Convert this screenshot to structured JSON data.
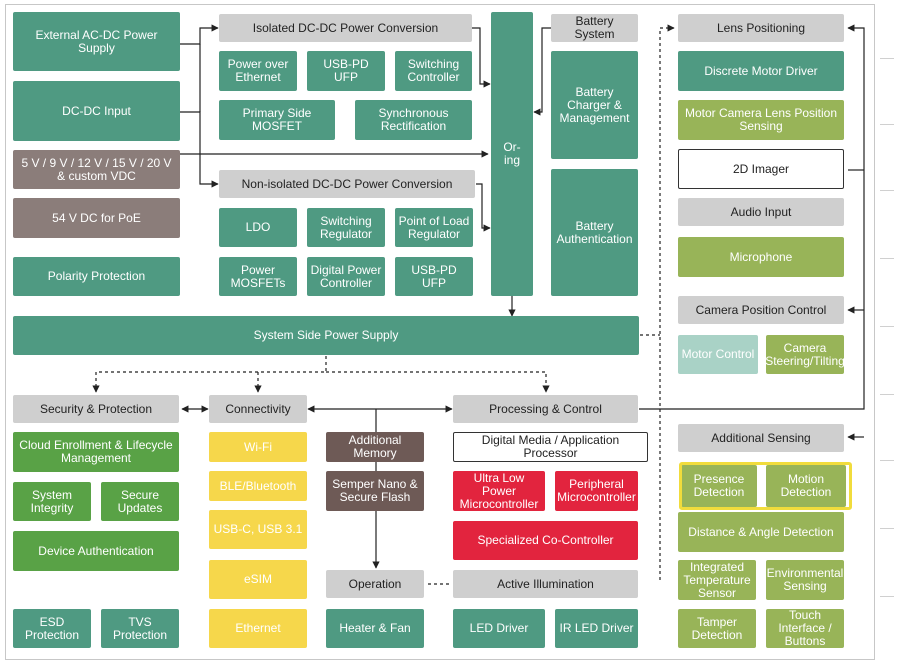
{
  "diagram": {
    "blocks": [
      {
        "id": "external-ac-dc",
        "label": "External AC-DC Power Supply",
        "style": "teal"
      },
      {
        "id": "dc-dc-input",
        "label": "DC-DC Input",
        "style": "teal"
      },
      {
        "id": "voltage-options",
        "label": "5 V / 9 V / 12 V / 15 V / 20 V & custom VDC",
        "style": "taupe"
      },
      {
        "id": "poe-54v",
        "label": "54 V DC for PoE",
        "style": "taupe"
      },
      {
        "id": "polarity-protection",
        "label": "Polarity Protection",
        "style": "teal"
      },
      {
        "id": "isolated-header",
        "label": "Isolated DC-DC Power Conversion",
        "style": "gray"
      },
      {
        "id": "power-over-ethernet",
        "label": "Power over Ethernet",
        "style": "teal"
      },
      {
        "id": "usb-pd-ufp-1",
        "label": "USB-PD UFP",
        "style": "teal"
      },
      {
        "id": "switching-controller",
        "label": "Switching Controller",
        "style": "teal"
      },
      {
        "id": "primary-side-mosfet",
        "label": "Primary Side MOSFET",
        "style": "teal"
      },
      {
        "id": "synchronous-rectification",
        "label": "Synchronous Rectification",
        "style": "teal"
      },
      {
        "id": "non-isolated-header",
        "label": "Non-isolated DC-DC Power Conversion",
        "style": "gray"
      },
      {
        "id": "ldo",
        "label": "LDO",
        "style": "teal"
      },
      {
        "id": "switching-regulator",
        "label": "Switching Regulator",
        "style": "teal"
      },
      {
        "id": "point-of-load-regulator",
        "label": "Point of Load Regulator",
        "style": "teal"
      },
      {
        "id": "power-mosfets",
        "label": "Power MOSFETs",
        "style": "teal"
      },
      {
        "id": "digital-power-controller",
        "label": "Digital Power Controller",
        "style": "teal"
      },
      {
        "id": "usb-pd-ufp-2",
        "label": "USB-PD UFP",
        "style": "teal"
      },
      {
        "id": "or-ing",
        "label": "Or-\ning",
        "style": "teal"
      },
      {
        "id": "battery-system",
        "label": "Battery System",
        "style": "gray"
      },
      {
        "id": "battery-charger",
        "label": "Battery Charger & Management",
        "style": "teal"
      },
      {
        "id": "battery-authentication",
        "label": "Battery Authentication",
        "style": "teal"
      },
      {
        "id": "lens-positioning",
        "label": "Lens Positioning",
        "style": "gray"
      },
      {
        "id": "discrete-motor-driver",
        "label": "Discrete Motor Driver",
        "style": "teal"
      },
      {
        "id": "motor-camera-lens",
        "label": "Motor Camera Lens Position Sensing",
        "style": "olive"
      },
      {
        "id": "imager-2d",
        "label": "2D Imager",
        "style": "white"
      },
      {
        "id": "audio-input",
        "label": "Audio Input",
        "style": "gray"
      },
      {
        "id": "microphone",
        "label": "Microphone",
        "style": "olive"
      },
      {
        "id": "camera-position-control",
        "label": "Camera Position Control",
        "style": "gray"
      },
      {
        "id": "motor-control",
        "label": "Motor Control",
        "style": "lteal"
      },
      {
        "id": "camera-steering",
        "label": "Camera Steering/Tilting",
        "style": "olive"
      },
      {
        "id": "system-side-power",
        "label": "System Side Power Supply",
        "style": "teal"
      },
      {
        "id": "security-protection",
        "label": "Security & Protection",
        "style": "gray"
      },
      {
        "id": "cloud-enrollment",
        "label": "Cloud Enrollment & Lifecycle Management",
        "style": "green"
      },
      {
        "id": "system-integrity",
        "label": "System Integrity",
        "style": "green"
      },
      {
        "id": "secure-updates",
        "label": "Secure Updates",
        "style": "green"
      },
      {
        "id": "device-authentication",
        "label": "Device Authentication",
        "style": "green"
      },
      {
        "id": "esd-protection",
        "label": "ESD Protection",
        "style": "teal"
      },
      {
        "id": "tvs-protection",
        "label": "TVS Protection",
        "style": "teal"
      },
      {
        "id": "connectivity",
        "label": "Connectivity",
        "style": "gray"
      },
      {
        "id": "wifi",
        "label": "Wi-Fi",
        "style": "yellow"
      },
      {
        "id": "ble-bluetooth",
        "label": "BLE/Bluetooth",
        "style": "yellow"
      },
      {
        "id": "usb-c",
        "label": "USB-C, USB 3.1",
        "style": "yellow"
      },
      {
        "id": "esim",
        "label": "eSIM",
        "style": "yellow"
      },
      {
        "id": "ethernet",
        "label": "Ethernet",
        "style": "yellow"
      },
      {
        "id": "additional-memory",
        "label": "Additional Memory",
        "style": "brown"
      },
      {
        "id": "semper-nano",
        "label": "Semper Nano & Secure Flash",
        "style": "brown"
      },
      {
        "id": "operation",
        "label": "Operation",
        "style": "gray"
      },
      {
        "id": "heater-fan",
        "label": "Heater & Fan",
        "style": "teal"
      },
      {
        "id": "processing-control",
        "label": "Processing & Control",
        "style": "gray"
      },
      {
        "id": "digital-media-processor",
        "label": "Digital Media / Application Processor",
        "style": "white"
      },
      {
        "id": "ultra-low-power",
        "label": "Ultra Low Power Microcontroller",
        "style": "red"
      },
      {
        "id": "peripheral-mcu",
        "label": "Peripheral Microcontroller",
        "style": "red"
      },
      {
        "id": "specialized-co-controller",
        "label": "Specialized Co-Controller",
        "style": "red"
      },
      {
        "id": "active-illumination",
        "label": "Active Illumination",
        "style": "gray"
      },
      {
        "id": "led-driver",
        "label": "LED Driver",
        "style": "teal"
      },
      {
        "id": "ir-led-driver",
        "label": "IR LED Driver",
        "style": "teal"
      },
      {
        "id": "additional-sensing",
        "label": "Additional Sensing",
        "style": "gray"
      },
      {
        "id": "presence-detection",
        "label": "Presence Detection",
        "style": "olive"
      },
      {
        "id": "motion-detection",
        "label": "Motion Detection",
        "style": "olive"
      },
      {
        "id": "distance-angle",
        "label": "Distance & Angle Detection",
        "style": "olive"
      },
      {
        "id": "integrated-temp",
        "label": "Integrated Temperature Sensor",
        "style": "olive"
      },
      {
        "id": "environmental-sensing",
        "label": "Environmental Sensing",
        "style": "olive"
      },
      {
        "id": "tamper-detection",
        "label": "Tamper Detection",
        "style": "olive"
      },
      {
        "id": "touch-interface",
        "label": "Touch Interface / Buttons",
        "style": "olive"
      }
    ]
  },
  "colors": {
    "teal": "#4f9a82",
    "olive": "#98b458",
    "green": "#59a246",
    "gray": "#cfcfcf",
    "taupe": "#8b7d7a",
    "brown": "#6e5a56",
    "red": "#e2243e",
    "yellow": "#f6d74b",
    "light_teal": "#a9d2c6",
    "highlight": "#f1dc3c",
    "wire": "#222222"
  }
}
